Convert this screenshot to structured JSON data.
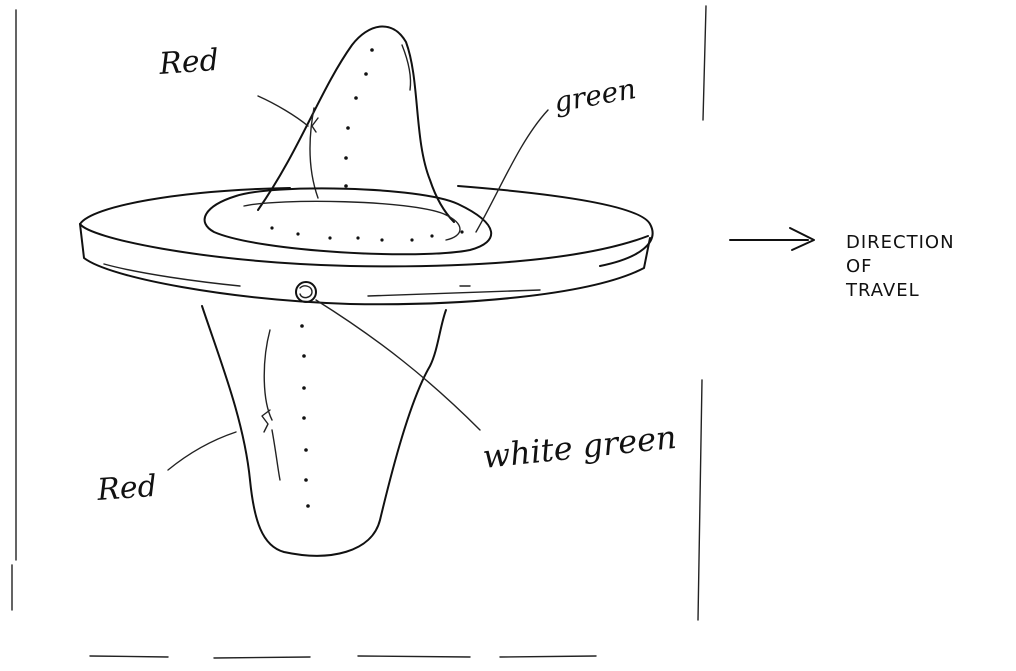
{
  "labels": {
    "top_cone": "Red",
    "top_ring": "green",
    "center_marker": "white green",
    "bottom_cone": "Red"
  },
  "direction": {
    "line1": "DIRECTION",
    "line2": "OF",
    "line3": "TRAVEL"
  },
  "colors": {
    "ink": "#111111",
    "paper": "#ffffff"
  }
}
